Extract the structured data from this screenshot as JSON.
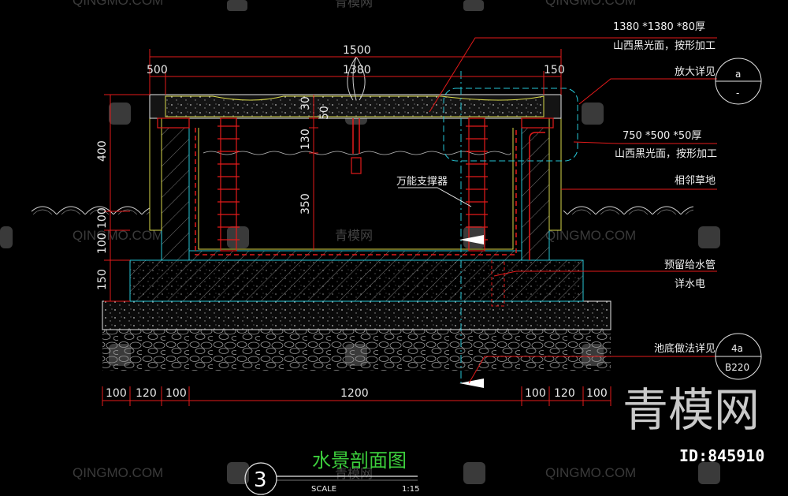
{
  "watermark": {
    "latin": "QINGMO.COM",
    "chinese": "青模网"
  },
  "dimensions": {
    "top_total": "1500",
    "top_inner": "1380",
    "top_left": "500",
    "top_right": "150",
    "left_400": "400",
    "left_100a": "100",
    "left_100b": "100",
    "left_150": "150",
    "inner_30": "30",
    "inner_50": "50",
    "inner_130": "130",
    "inner_350": "350",
    "bottom": [
      "100",
      "120",
      "100",
      "1200",
      "100",
      "120",
      "100"
    ]
  },
  "notes": {
    "stone_top_1": "1380 *1380 *80厚",
    "stone_top_2": "山西黑光面，按形加工",
    "detail_label": "放大详见",
    "stone_side_1": "750 *500 *50厚",
    "stone_side_2": "山西黑光面，按形加工",
    "grass": "相邻草地",
    "pipe_1": "预留给水管",
    "pipe_2": "详水电",
    "pool_bottom": "池底做法详见",
    "support": "万能支撑器"
  },
  "detail_bubble": {
    "top": "a",
    "bottom": "-"
  },
  "ref_bubble": {
    "top": "4a",
    "bottom": "B220"
  },
  "title": {
    "number": "3",
    "text": "水景剖面图",
    "scale_label": "SCALE",
    "scale_value": "1:15"
  },
  "brand": {
    "logo_text": "青模网",
    "id_text": "ID:845910"
  },
  "colors": {
    "dim_red": "#e31a1a",
    "concrete_cyan": "#26c6d6",
    "stone_yellow": "#d8d84a",
    "outline_white": "#e6e6e6",
    "title_green": "#3ccf3c"
  }
}
